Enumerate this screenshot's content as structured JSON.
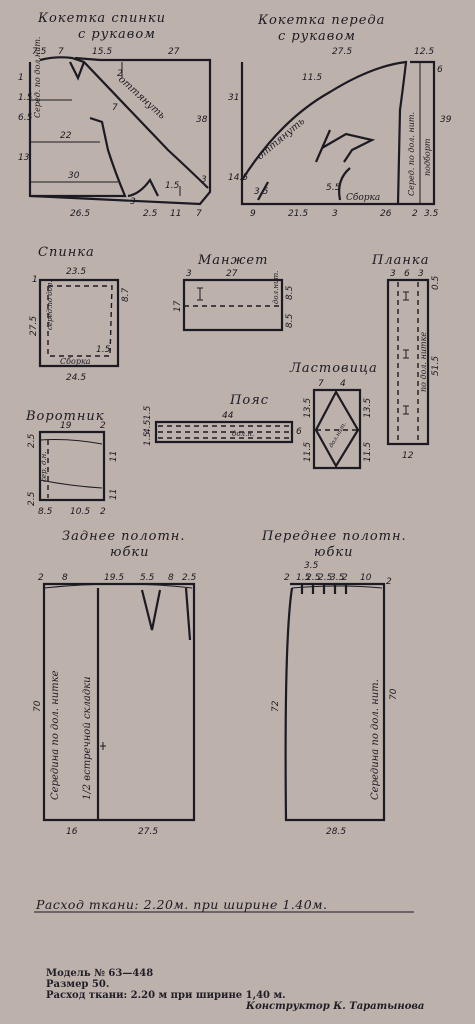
{
  "pieces": {
    "back_yoke": {
      "title_line1": "Кокетка спинки",
      "title_line2": "с рукавом",
      "text_center": "Серед. по дол.нит.",
      "text_seam": "оттянуть",
      "numbers": [
        "7.5",
        "7",
        "15.5",
        "27",
        "1",
        "1.5",
        "6.5",
        "13",
        "22",
        "30",
        "2",
        "7",
        "38",
        "1.5",
        "3",
        "2.5",
        "11",
        "7",
        "26.5",
        "3"
      ]
    },
    "front_yoke": {
      "title_line1": "Кокетка переда",
      "title_line2": "с рукавом",
      "text_seam": "оттянуть",
      "text_gather": "Сборка",
      "text_center": "Серед. по дол. нит.",
      "text_fold": "подборт",
      "numbers": [
        "27.5",
        "12.5",
        "6",
        "31",
        "11.5",
        "39",
        "14.5",
        "3.5",
        "9",
        "21.5",
        "5.5",
        "3",
        "26",
        "2",
        "3.5"
      ]
    },
    "back": {
      "title": "Спинка",
      "text_center": "серед.по дол.",
      "text_gather": "Сборка",
      "numbers": [
        "23.5",
        "1",
        "27.5",
        "8.7",
        "1.5",
        "24.5"
      ]
    },
    "cuff": {
      "title": "Манжет",
      "text_grain": "дол.нит.",
      "numbers": [
        "3",
        "27",
        "17",
        "8.5",
        "8.5"
      ]
    },
    "placket": {
      "title": "Планка",
      "text_grain": "по дол. нитке",
      "numbers": [
        "3",
        "6",
        "3",
        "0.5",
        "51.5",
        "12"
      ]
    },
    "gusset": {
      "title": "Ластовица",
      "text_grain": "дол.нит.",
      "numbers": [
        "7",
        "4",
        "13.5",
        "13.5",
        "11.5",
        "11.5"
      ]
    },
    "belt": {
      "title": "Пояс",
      "text_grain": "дол.н.",
      "numbers": [
        "44",
        "1.5",
        "4.5",
        "6",
        "1.5"
      ]
    },
    "collar": {
      "title": "Воротник",
      "text_center": "сер. д.н.",
      "numbers": [
        "2.5",
        "19",
        "2",
        "11",
        "2.5",
        "8.5",
        "10.5",
        "2",
        "11"
      ]
    },
    "back_skirt": {
      "title_line1": "Заднее полотн.",
      "title_line2": "юбки",
      "text_center": "Середина по дол. нитке",
      "text_pleat": "1/2 встречной складки",
      "numbers": [
        "2",
        "8",
        "19.5",
        "5.5",
        "8",
        "2.5",
        "70",
        "16",
        "27.5"
      ]
    },
    "front_skirt": {
      "title_line1": "Переднее полотн.",
      "title_line2": "юбки",
      "text_center": "Середина по дол. нит.",
      "numbers": [
        "3.5",
        "2",
        "1.5",
        "2.5",
        "2.5",
        "3.5",
        "2",
        "10",
        "2",
        "72",
        "70",
        "28.5"
      ]
    }
  },
  "consumption_note": "Расход ткани: 2.20м. при ширине 1.40м.",
  "caption": {
    "model": "Модель № 63—448",
    "size": "Размер 50.",
    "fabric": "Расход ткани: 2.20 м при ширине 1,40 м.",
    "designer": "Конструктор К. Таратынова"
  }
}
